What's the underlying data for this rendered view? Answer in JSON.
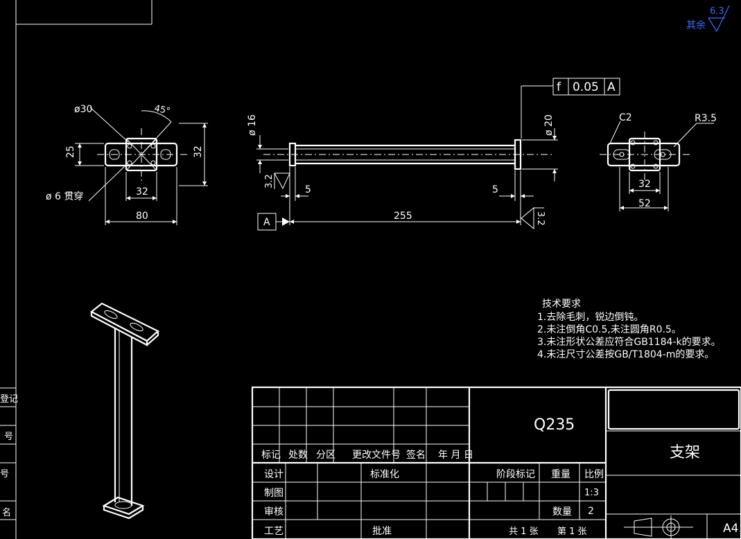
{
  "roughness": {
    "label": "其余",
    "value": "6.3"
  },
  "front_view": {
    "dia_top": "ø30",
    "angle": "45°",
    "height_left": "25",
    "height_right": "32",
    "hole": "ø 6 贯穿",
    "spacing": "32",
    "width": "80"
  },
  "side_view": {
    "dia_left": "ø 16",
    "dia_right": "ø 20",
    "tol_symbol": "f",
    "tol_value": "0.05",
    "tol_datum": "A",
    "rough_left": "3.2",
    "rough_right": "3.2",
    "step_left": "5",
    "step_right": "5",
    "length": "255",
    "datum": "A"
  },
  "top_view": {
    "chamfer": "C2",
    "radius": "R3.5",
    "spacing": "32",
    "width": "52"
  },
  "tech": {
    "title": "技术要求",
    "items": [
      "1.去除毛刺，锐边倒钝。",
      "2.未注倒角C0.5,未注圆角R0.5。",
      "3.未注形状公差应符合GB1184-k的要求。",
      "4.未注尺寸公差按GB/T1804-m的要求。"
    ]
  },
  "side_strip": [
    "登记",
    "号",
    "号",
    "名"
  ],
  "title_block": {
    "material": "Q235",
    "part_name": "支架",
    "header": {
      "mark": "标记",
      "count": "处数",
      "zone": "分区",
      "change_doc": "更改文件号",
      "sign": "签名",
      "date": "年 月 日"
    },
    "design": "设计",
    "standard": "标准化",
    "drawing": "制图",
    "check": "审核",
    "process": "工艺",
    "approve": "批准",
    "stage": "阶段标记",
    "weight": "重量",
    "ratio": "比例",
    "ratio_value": "1:3",
    "quantity": "数量",
    "quantity_value": "2",
    "sheets": "共 1 张",
    "sheet_no": "第 1 张",
    "size": "A4"
  }
}
